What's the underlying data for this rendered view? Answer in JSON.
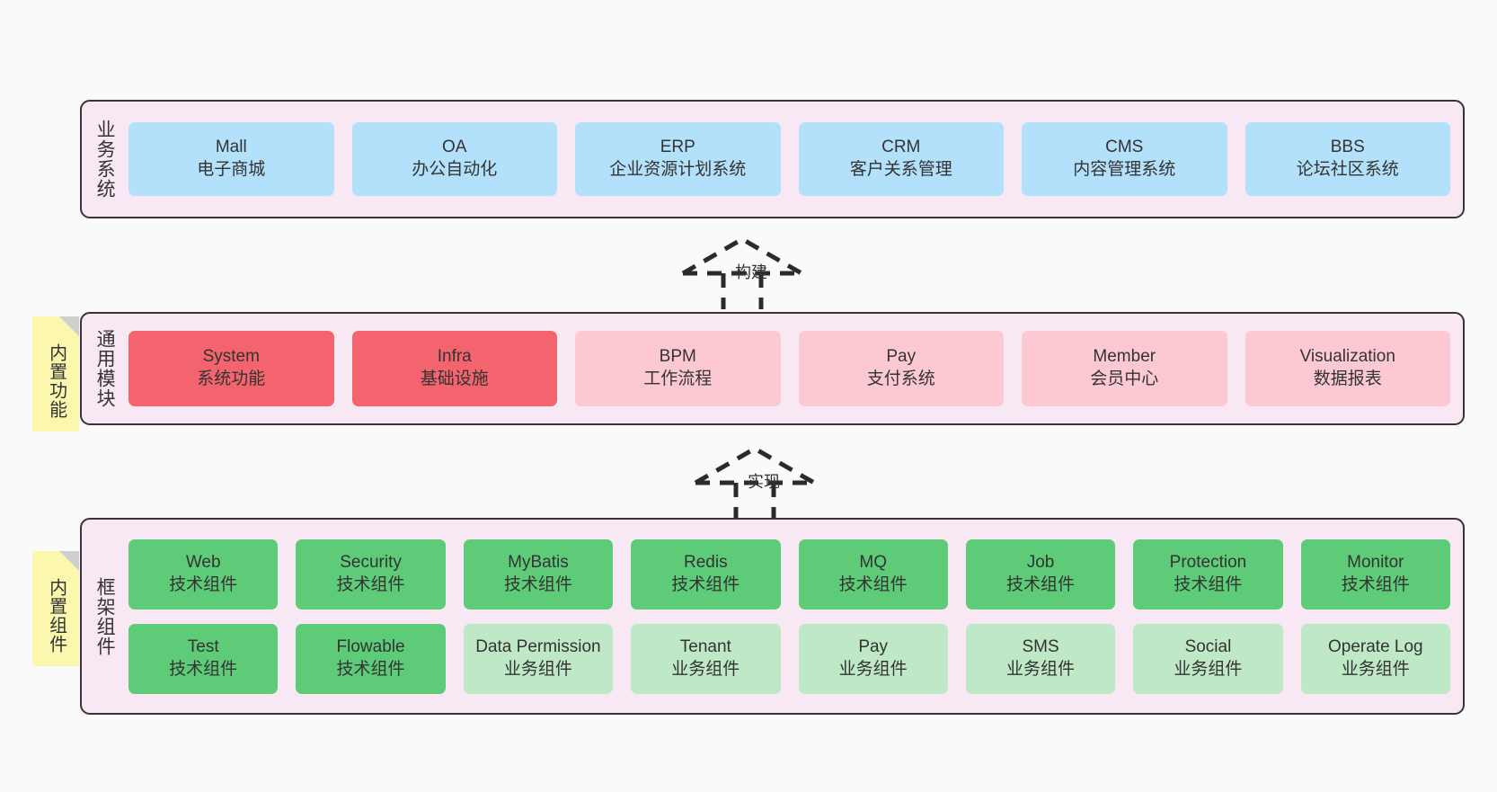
{
  "diagram": {
    "background": "#fafafa",
    "container_fill": "#f7e8f3",
    "container_border": "#3b3138",
    "note_fill": "#fbf8ae",
    "note_fold": "#cfcfcf"
  },
  "layers": [
    {
      "id": "business-system",
      "label": "业务系统",
      "note": null,
      "rows": [
        {
          "boxes": [
            {
              "en": "Mall",
              "cn": "电子商城",
              "color": "#b3e0fb"
            },
            {
              "en": "OA",
              "cn": "办公自动化",
              "color": "#b3e0fb"
            },
            {
              "en": "ERP",
              "cn": "企业资源计划系统",
              "color": "#b3e0fb"
            },
            {
              "en": "CRM",
              "cn": "客户关系管理",
              "color": "#b3e0fb"
            },
            {
              "en": "CMS",
              "cn": "内容管理系统",
              "color": "#b3e0fb"
            },
            {
              "en": "BBS",
              "cn": "论坛社区系统",
              "color": "#b3e0fb"
            }
          ]
        }
      ]
    },
    {
      "id": "common-module",
      "label": "通用模块",
      "note": "内置功能",
      "rows": [
        {
          "boxes": [
            {
              "en": "System",
              "cn": "系统功能",
              "color": "#f4646e"
            },
            {
              "en": "Infra",
              "cn": "基础设施",
              "color": "#f4646e"
            },
            {
              "en": "BPM",
              "cn": "工作流程",
              "color": "#fcc9d3"
            },
            {
              "en": "Pay",
              "cn": "支付系统",
              "color": "#fcc9d3"
            },
            {
              "en": "Member",
              "cn": "会员中心",
              "color": "#fcc9d3"
            },
            {
              "en": "Visualization",
              "cn": "数据报表",
              "color": "#fcc9d3"
            }
          ]
        }
      ]
    },
    {
      "id": "framework-component",
      "label": "框架组件",
      "note": "内置组件",
      "rows": [
        {
          "boxes": [
            {
              "en": "Web",
              "cn": "技术组件",
              "color": "#5ecb78"
            },
            {
              "en": "Security",
              "cn": "技术组件",
              "color": "#5ecb78"
            },
            {
              "en": "MyBatis",
              "cn": "技术组件",
              "color": "#5ecb78"
            },
            {
              "en": "Redis",
              "cn": "技术组件",
              "color": "#5ecb78"
            },
            {
              "en": "MQ",
              "cn": "技术组件",
              "color": "#5ecb78"
            },
            {
              "en": "Job",
              "cn": "技术组件",
              "color": "#5ecb78"
            },
            {
              "en": "Protection",
              "cn": "技术组件",
              "color": "#5ecb78"
            },
            {
              "en": "Monitor",
              "cn": "技术组件",
              "color": "#5ecb78"
            }
          ]
        },
        {
          "boxes": [
            {
              "en": "Test",
              "cn": "技术组件",
              "color": "#5ecb78"
            },
            {
              "en": "Flowable",
              "cn": "技术组件",
              "color": "#5ecb78"
            },
            {
              "en": "Data Permission",
              "cn": "业务组件",
              "color": "#bfe8c7"
            },
            {
              "en": "Tenant",
              "cn": "业务组件",
              "color": "#bfe8c7"
            },
            {
              "en": "Pay",
              "cn": "业务组件",
              "color": "#bfe8c7"
            },
            {
              "en": "SMS",
              "cn": "业务组件",
              "color": "#bfe8c7"
            },
            {
              "en": "Social",
              "cn": "业务组件",
              "color": "#bfe8c7"
            },
            {
              "en": "Operate Log",
              "cn": "业务组件",
              "color": "#bfe8c7"
            }
          ]
        }
      ]
    }
  ],
  "connectors": [
    {
      "id": "build",
      "label": "构建"
    },
    {
      "id": "implement",
      "label": "实现"
    }
  ]
}
